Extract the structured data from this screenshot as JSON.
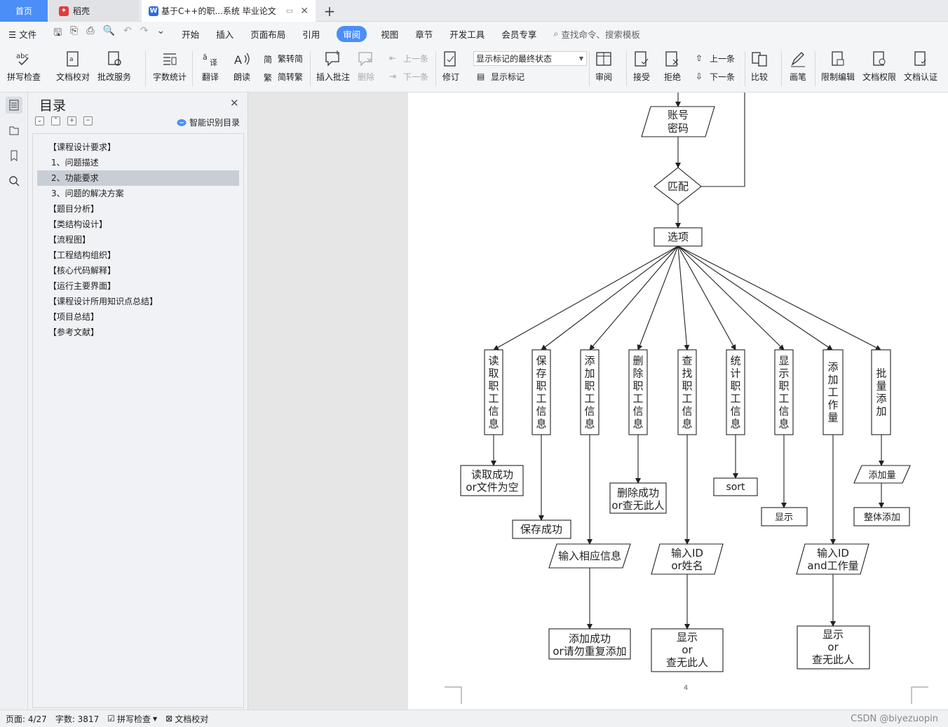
{
  "tabs": {
    "home": "首页",
    "daoke": "稻壳",
    "doc": "基于C++的职...系统 毕业论文"
  },
  "menu": {
    "file": "文件",
    "items": [
      "开始",
      "插入",
      "页面布局",
      "引用",
      "审阅",
      "视图",
      "章节",
      "开发工具",
      "会员专享"
    ],
    "active": "审阅",
    "search": "查找命令、搜索模板"
  },
  "toolbar": {
    "spell": "拼写检查",
    "doccheck": "文档校对",
    "review_service": "批改服务",
    "wordcount": "字数统计",
    "translate": "翻译",
    "read": "朗读",
    "t2s": "繁转简",
    "s2t": "简转繁",
    "insert_comment": "插入批注",
    "delete": "删除",
    "prev": "上一条",
    "next": "下一条",
    "revise": "修订",
    "markup_state": "显示标记的最终状态",
    "show_markup": "显示标记",
    "review": "审阅",
    "accept": "接受",
    "reject": "拒绝",
    "prev2": "上一条",
    "next2": "下一条",
    "compare": "比较",
    "pen": "画笔",
    "restrict": "限制编辑",
    "permission": "文档权限",
    "certify": "文档认证"
  },
  "toc": {
    "title": "目录",
    "smart": "智能识别目录",
    "items": [
      "【课程设计要求】",
      "1、问题描述",
      "2、功能要求",
      "3、问题的解决方案",
      "【题目分析】",
      "【类结构设计】",
      "【流程图】",
      "【工程结构组织】",
      "【核心代码解释】",
      "【运行主要界面】",
      "【课程设计所用知识点总结】",
      "【项目总结】",
      "【参考文献】"
    ],
    "selected_index": 2
  },
  "flow": {
    "account": [
      "账号",
      "密码"
    ],
    "match": "匹配",
    "option": "选项",
    "branches": [
      "读取职工信息",
      "保存职工信息",
      "添加职工信息",
      "删除职工信息",
      "查找职工信息",
      "统计职工信息",
      "显示职工信息",
      "添加工作量",
      "批量添加"
    ],
    "read_result": [
      "读取成功",
      "or文件为空"
    ],
    "save_result": "保存成功",
    "add_input": "输入相应信息",
    "add_result": [
      "添加成功",
      "or请勿重复添加"
    ],
    "delete_result": [
      "删除成功",
      "or查无此人"
    ],
    "find_input": [
      "输入ID",
      "or姓名"
    ],
    "find_result": [
      "显示",
      "or",
      "查无此人"
    ],
    "sort": "sort",
    "show": "显示",
    "work_input": [
      "输入ID",
      "and工作量"
    ],
    "work_result": [
      "显示",
      "or",
      "查无此人"
    ],
    "batch_amount": "添加量",
    "batch_add": "整体添加",
    "page_number": "4"
  },
  "status": {
    "page": "页面: 4/27",
    "words": "字数: 3817",
    "spell": "拼写检查",
    "doccheck": "文档校对",
    "watermark": "CSDN @biyezuopin"
  }
}
